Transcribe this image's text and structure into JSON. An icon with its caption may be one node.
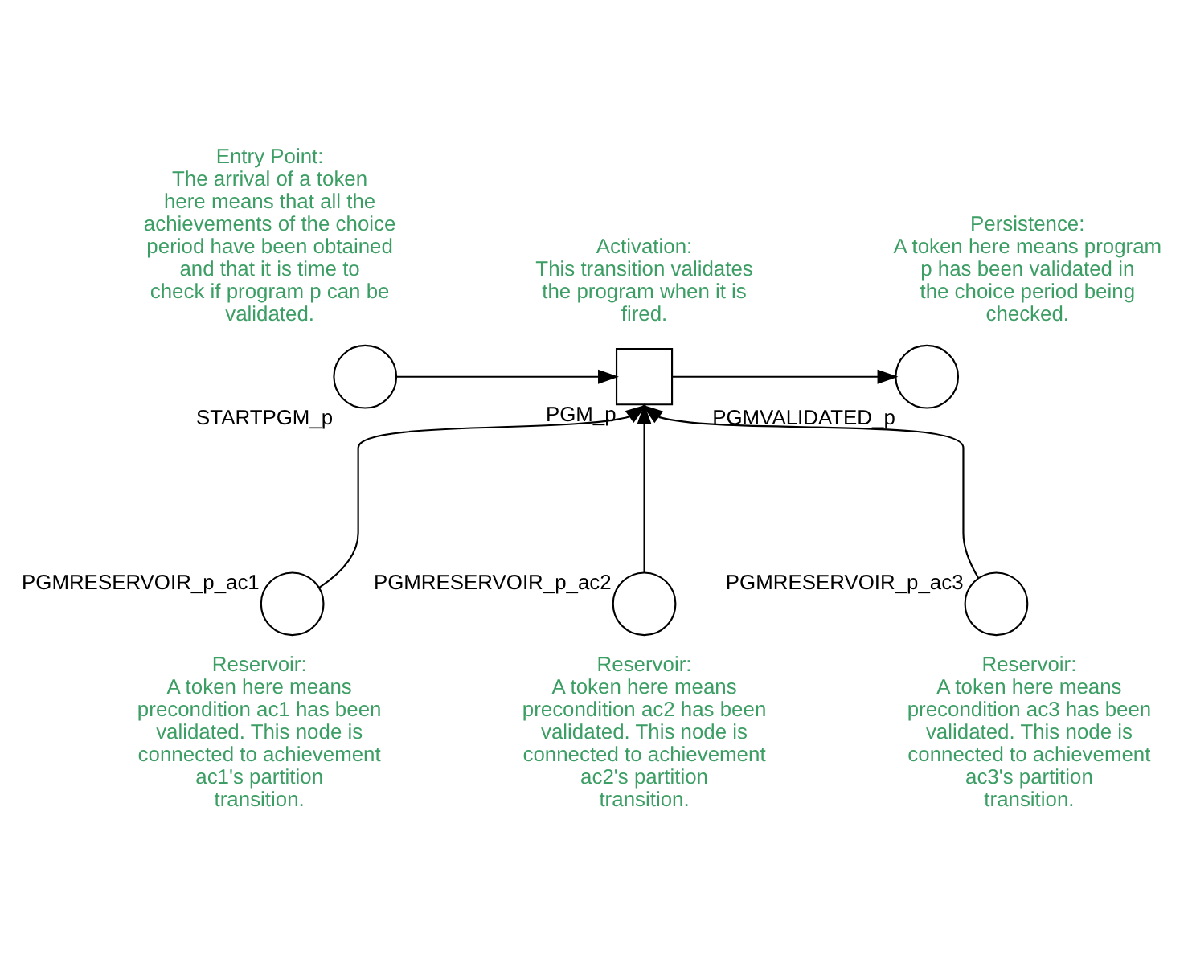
{
  "diagram": {
    "nodes": [
      {
        "text": [
          "STARTPGM_p"
        ],
        "beside": [
          "Entry Point: The arrival of a token here means that all the achievements of the choice period have been obtained and that it is time to check if program p can be validated."
        ]
      },
      {
        "text": [
          "PGM_p"
        ],
        "beside": [
          "Activation: This transition validates the program when it is fired."
        ]
      },
      {
        "text": [
          "PGMVALIDATED_p"
        ],
        "beside": [
          "Persistence: A token here means program p has been validated in the choice period being checked."
        ]
      },
      {
        "text": [
          "PGMRESERVOIR_p_ac1"
        ],
        "beside": [
          "Reservoir: A token here means precondition ac1 has been validated. This node is connected to achievement ac1's partition transition."
        ]
      },
      {
        "text": [
          "PGMRESERVOIR_p_ac2"
        ],
        "beside": [
          "Reservoir: A token here means precondition ac2 has been validated. This node is connected to achievement ac2's partition transition."
        ]
      },
      {
        "text": [
          "PGMRESERVOIR_p_ac3"
        ],
        "beside": [
          "Reservoir: A token here means precondition ac3 has been validated. This node is connected to achievement ac3's partition transition."
        ]
      }
    ],
    "edges": [
      {
        "from": 0,
        "to": 1,
        "arrow": "to"
      },
      {
        "from": 1,
        "to": 2,
        "arrow": "to"
      },
      {
        "from": 3,
        "to": 1,
        "arrow": "to"
      },
      {
        "from": 4,
        "to": 1,
        "arrow": "to"
      },
      {
        "from": 5,
        "to": 1,
        "arrow": "to"
      }
    ]
  }
}
